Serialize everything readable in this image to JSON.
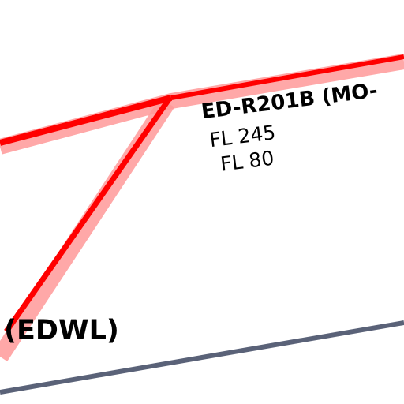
{
  "map": {
    "airspace": {
      "name": "ED-R201B (MO-",
      "upper_limit": "FL 245",
      "lower_limit": "FL 80",
      "color": "#ff0000",
      "halo_color": "#ff9999"
    },
    "airfield_label": "(EDWL)",
    "boundary_color": "#5a6278"
  }
}
